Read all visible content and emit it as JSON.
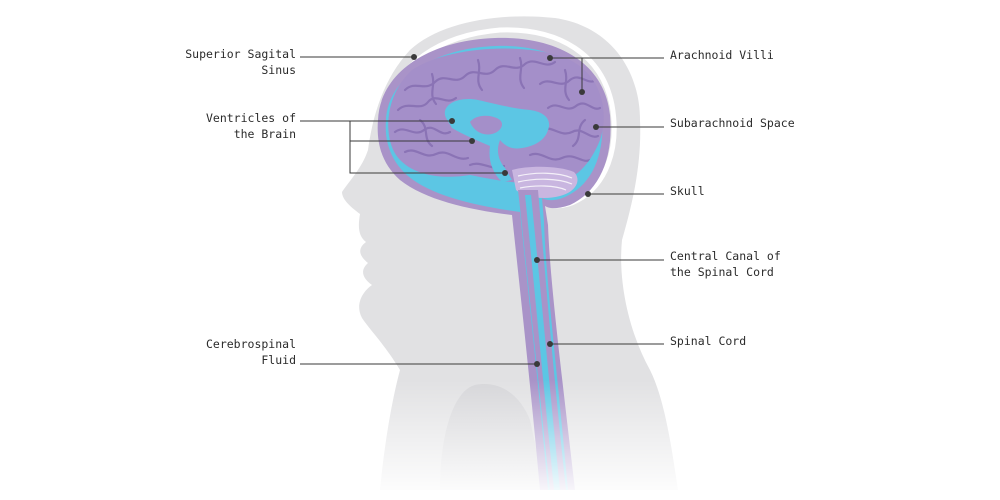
{
  "colors": {
    "silhouette": "#e1e1e3",
    "skull_outline": "#ffffff",
    "dura": "#a993c8",
    "csf": "#5cc6e4",
    "brain": "#a48fc9",
    "brain_folds": "#8a73b5",
    "cerebellum": "#c9b6e0",
    "spinal_cord": "#a993c8",
    "leader_line": "#3a3a3a",
    "label_text": "#2b2b2b"
  },
  "labels": {
    "superior_sagital_sinus": [
      "Superior Sagital",
      "Sinus"
    ],
    "ventricles_of_the_brain": [
      "Ventricles of",
      "the Brain"
    ],
    "cerebrospinal_fluid": [
      "Cerebrospinal",
      "Fluid"
    ],
    "arachnoid_villi": [
      "Arachnoid Villi"
    ],
    "subarachnoid_space": [
      "Subarachnoid Space"
    ],
    "skull": [
      "Skull"
    ],
    "central_canal": [
      "Central Canal of",
      "the Spinal Cord"
    ],
    "spinal_cord": [
      "Spinal Cord"
    ]
  }
}
